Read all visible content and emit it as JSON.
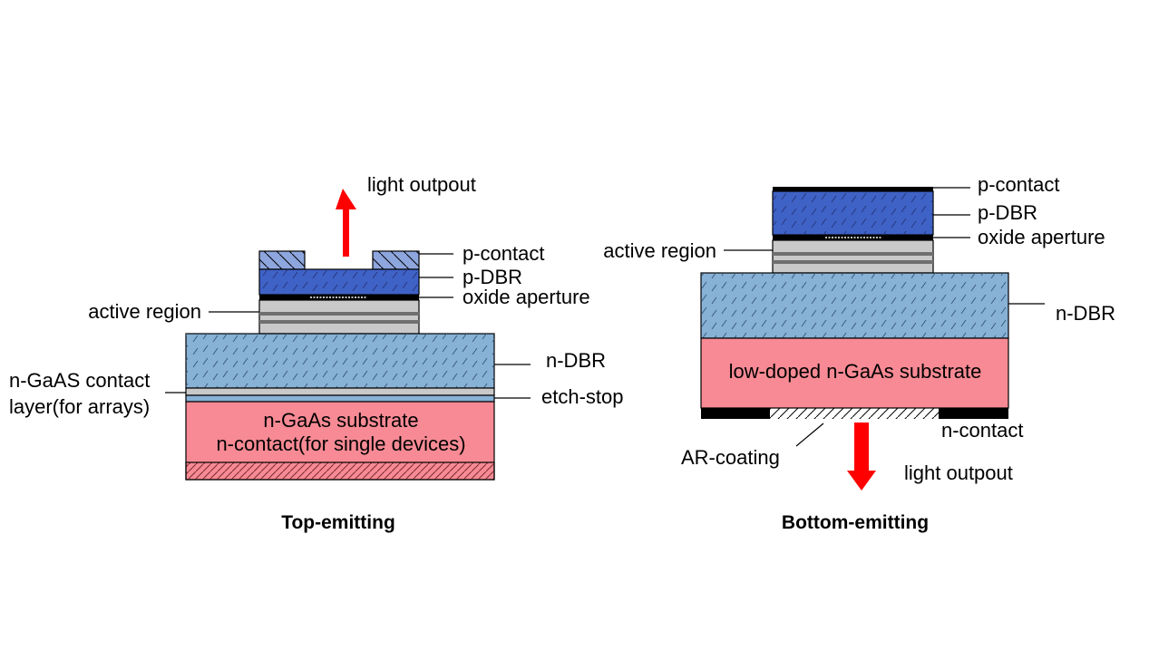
{
  "colors": {
    "p_dbr": "#3f62c7",
    "p_contact_top": "#8ea6de",
    "n_dbr": "#88b1d6",
    "substrate": "#f78a94",
    "active_light": "#c9c9c9",
    "active_dark": "#6f6f6f",
    "arrow": "#ff0000",
    "contact_black": "#000000",
    "aperture_dash": "#ffffff"
  },
  "top_emitting": {
    "caption": "Top-emitting",
    "labels": {
      "light_output": "light outpout",
      "p_contact": "p-contact",
      "p_dbr": "p-DBR",
      "oxide_aperture": "oxide aperture",
      "active_region": "active region",
      "n_dbr": "n-DBR",
      "contact_layer_line1": "n-GaAS contact",
      "contact_layer_line2": "layer(for arrays)",
      "etch_stop": "etch-stop",
      "substrate_line1": "n-GaAs substrate",
      "substrate_line2": "n-contact(for single devices)"
    }
  },
  "bottom_emitting": {
    "caption": "Bottom-emitting",
    "labels": {
      "p_contact": "p-contact",
      "p_dbr": "p-DBR",
      "oxide_aperture": "oxide aperture",
      "active_region": "active region",
      "n_dbr": "n-DBR",
      "substrate": "low-doped n-GaAs substrate",
      "n_contact": "n-contact",
      "ar_coating": "AR-coating",
      "light_output": "light outpout"
    }
  }
}
